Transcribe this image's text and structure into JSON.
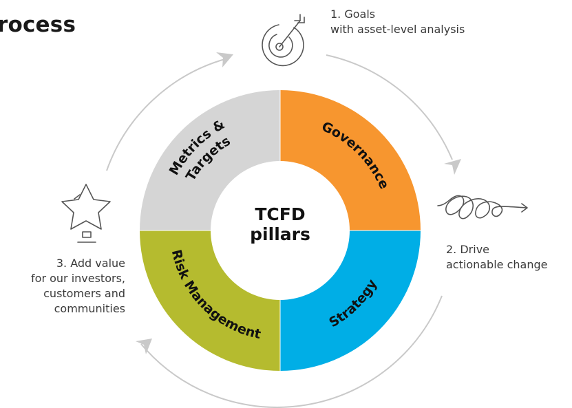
{
  "title": "rocess",
  "center": {
    "line1": "TCFD",
    "line2": "pillars"
  },
  "pillars": [
    {
      "key": "governance",
      "lines": [
        "Governance"
      ],
      "color": "#f7962f",
      "text_color": "#111111"
    },
    {
      "key": "strategy",
      "lines": [
        "Strategy"
      ],
      "color": "#00aee6",
      "text_color": "#111111"
    },
    {
      "key": "risk",
      "lines": [
        "Risk Management"
      ],
      "color": "#b5bb2f",
      "text_color": "#111111"
    },
    {
      "key": "metrics",
      "lines": [
        "Metrics &",
        "Targets"
      ],
      "color": "#d5d5d5",
      "text_color": "#111111"
    }
  ],
  "steps": {
    "goals": {
      "line1": "1. Goals",
      "line2": "with asset-level analysis",
      "icon": "target-icon"
    },
    "drive": {
      "line1": "2. Drive",
      "line2": "actionable change",
      "icon": "squiggle-arrow-icon"
    },
    "value": {
      "line1": "3. Add value",
      "line2": "for our investors,",
      "line3": "customers and",
      "line4": "communities",
      "icon": "star-trophy-icon"
    }
  },
  "colors": {
    "cycle_arc": "#c9c9c9",
    "icon_stroke": "#555555"
  }
}
